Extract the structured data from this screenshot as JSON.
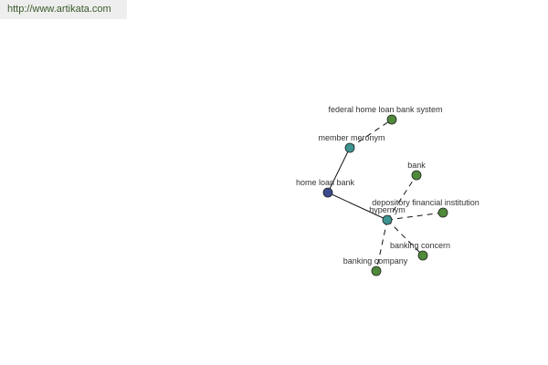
{
  "watermark": "http://www.artikata.com",
  "colors": {
    "root": "#3b4a8c",
    "relation": "#3d9490",
    "term": "#4f8a3a"
  },
  "nodes": {
    "root": "home loan bank",
    "member_meronym": "member meronym",
    "federal": "federal home loan bank system",
    "hypernym": "hypernym",
    "bank": "bank",
    "depository": "depository financial institution",
    "banking_concern": "banking concern",
    "banking_company": "banking company"
  }
}
